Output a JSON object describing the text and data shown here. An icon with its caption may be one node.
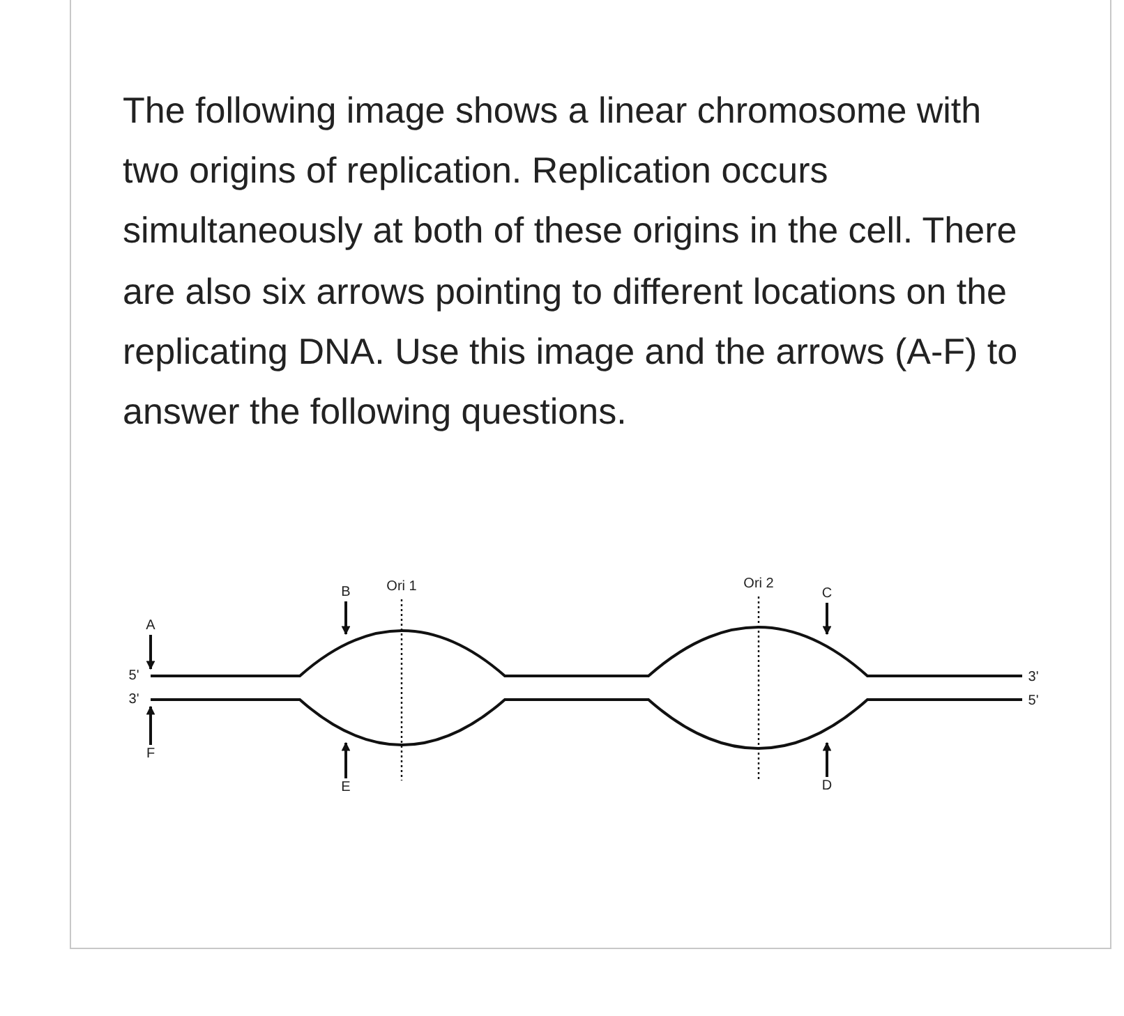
{
  "diagram": {
    "title": "The following image shows a linear chromosome with two origins of replication. Replication occurs simultaneously at both of these origins in the cell. There are also six arrows pointing to different locations on the replicating DNA. Use this image and the arrows (A-F) to answer the following questions.",
    "nodes": [
      {
        "text": [
          "A"
        ]
      },
      {
        "text": [
          "B"
        ]
      },
      {
        "text": [
          "C"
        ]
      },
      {
        "text": [
          "F"
        ]
      },
      {
        "text": [
          "E"
        ]
      },
      {
        "text": [
          "D"
        ]
      },
      {
        "text": [],
        "shape": "picture"
      }
    ],
    "edges": [
      {
        "from": 0,
        "to": 6,
        "arrow": "to"
      },
      {
        "from": 1,
        "to": 6,
        "arrow": "to"
      },
      {
        "from": 2,
        "to": 6,
        "arrow": "to"
      },
      {
        "from": 3,
        "to": 6,
        "arrow": "to"
      },
      {
        "from": 4,
        "to": 6,
        "arrow": "to"
      },
      {
        "from": 5,
        "to": 6,
        "arrow": "to"
      }
    ],
    "labels": [
      "Ori 1",
      "Ori 2",
      "5'",
      "3'",
      "3'",
      "5'"
    ]
  }
}
